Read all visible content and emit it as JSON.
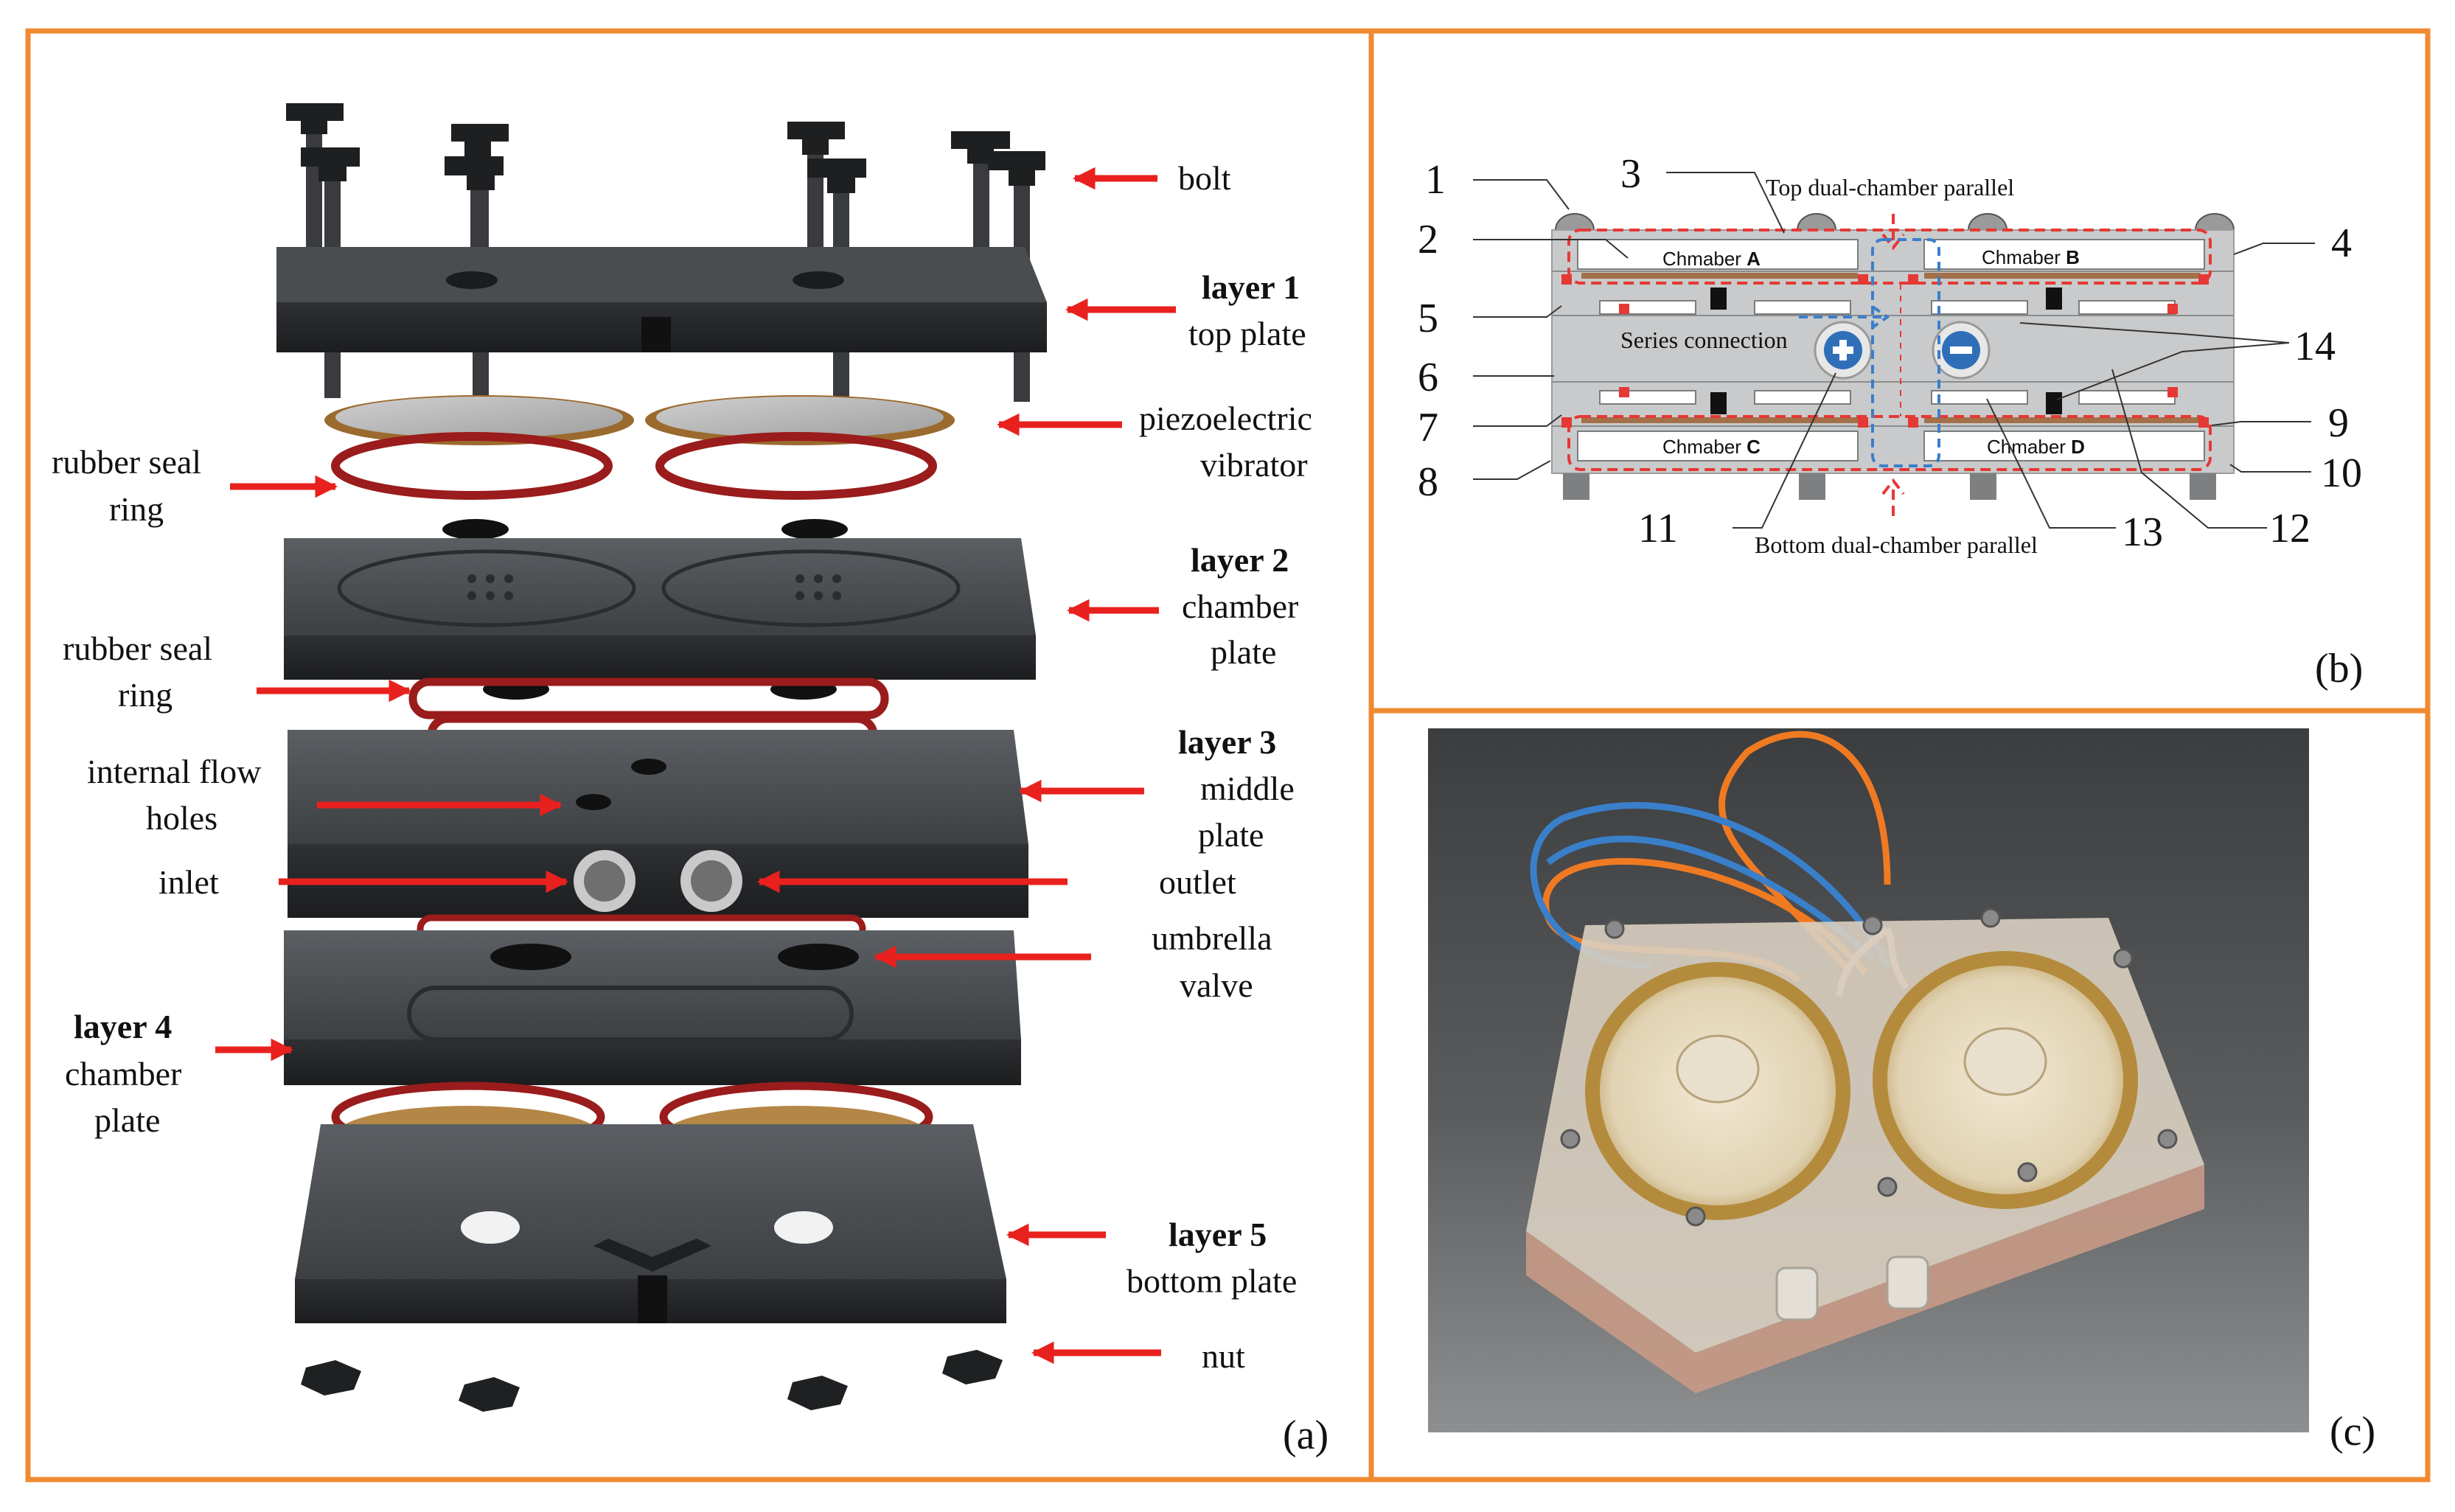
{
  "panel_a": {
    "tag": "(a)",
    "labels": {
      "bolt": "bolt",
      "layer1_title": "layer 1",
      "layer1_sub": "top plate",
      "piezo_line1": "piezoelectric",
      "piezo_line2": "vibrator",
      "seal1_line1": "rubber seal",
      "seal1_line2": "ring",
      "layer2_title": "layer 2",
      "layer2_sub1": "chamber",
      "layer2_sub2": "plate",
      "seal2_line1": "rubber seal",
      "seal2_line2": "ring",
      "layer3_title": "layer 3",
      "layer3_sub1": "middle",
      "layer3_sub2": "plate",
      "flow_line1": "internal flow",
      "flow_line2": "holes",
      "inlet": "inlet",
      "outlet": "outlet",
      "valve_line1": "umbrella",
      "valve_line2": "valve",
      "layer4_title": "layer 4",
      "layer4_sub1": "chamber",
      "layer4_sub2": "plate",
      "layer5_title": "layer 5",
      "layer5_sub": "bottom plate",
      "nut": "nut"
    }
  },
  "panel_b": {
    "tag": "(b)",
    "top_caption": "Top dual-chamber parallel",
    "bottom_caption": "Bottom dual-chamber parallel",
    "series_caption": "Series connection",
    "chambers": {
      "a_prefix": "Chmaber ",
      "a_letter": "A",
      "b_prefix": "Chmaber ",
      "b_letter": "B",
      "c_prefix": "Chmaber ",
      "c_letter": "C",
      "d_prefix": "Chmaber ",
      "d_letter": "D"
    },
    "numbers": {
      "n1": "1",
      "n2": "2",
      "n3": "3",
      "n4": "4",
      "n5": "5",
      "n6": "6",
      "n7": "7",
      "n8": "8",
      "n9": "9",
      "n10": "10",
      "n11": "11",
      "n12": "12",
      "n13": "13",
      "n14": "14"
    }
  },
  "panel_c": {
    "tag": "(c)"
  },
  "colors": {
    "frame": "#f08a32",
    "arrow": "#e8211e",
    "plate_dark": "#3b3d40",
    "seal_red": "#9a1c1c",
    "brass": "#b07a38",
    "dashed_red": "#e53935",
    "dashed_blue": "#3a7fc9"
  }
}
